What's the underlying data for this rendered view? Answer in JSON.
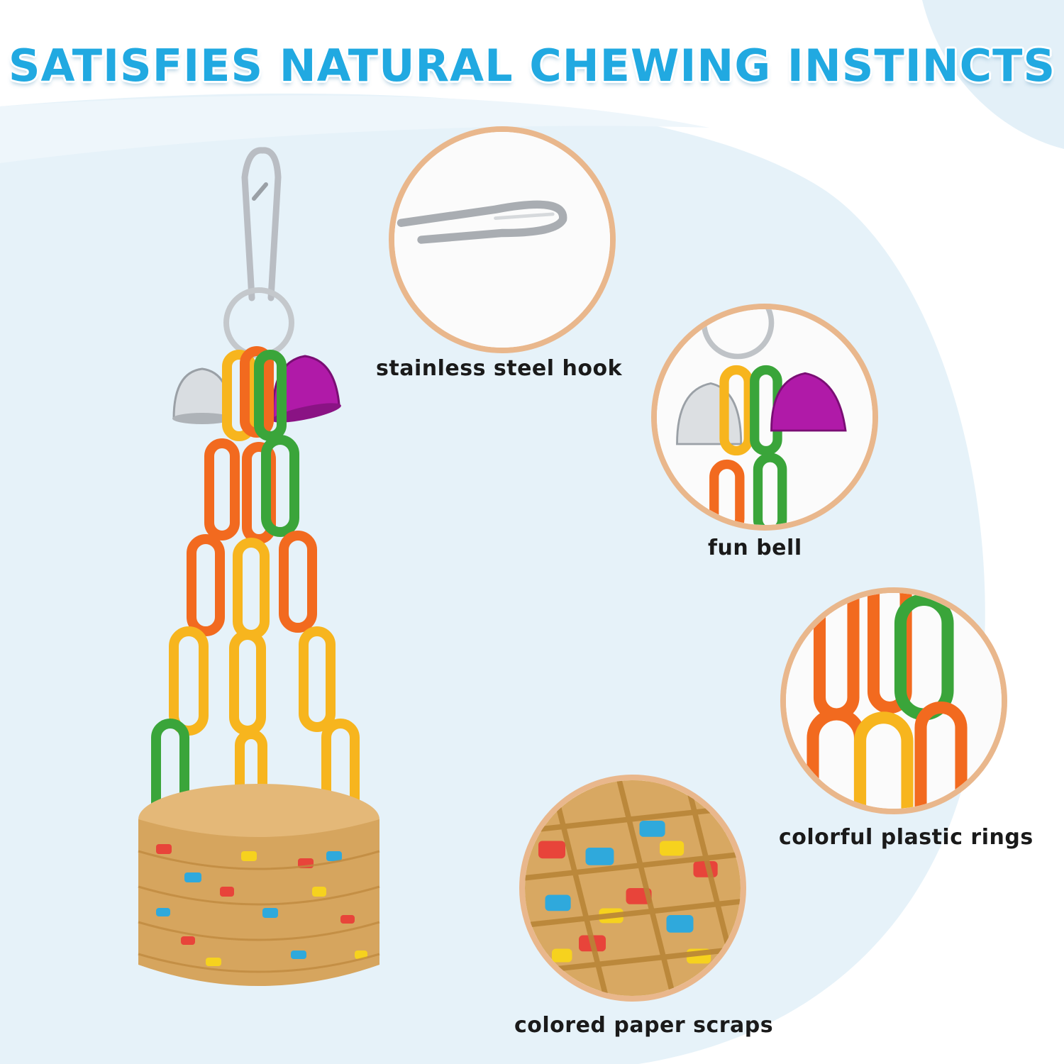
{
  "headline": "SATISFIES NATURAL CHEWING INSTINCTS",
  "colors": {
    "headline": "#21a9e1",
    "background_shape": "#e6f2f9",
    "circle_border": "#e9b78c",
    "ring_orange": "#f26a1f",
    "ring_yellow": "#f7b51e",
    "ring_green": "#3aa53a",
    "bell_purple": "#b01aa8",
    "basket": "#d6a55e"
  },
  "product": {
    "label": "hanging bird toy with plastic chain rings, bells and woven basket"
  },
  "callouts": [
    {
      "caption": "stainless steel hook",
      "icon": "steel-hook-icon"
    },
    {
      "caption": "fun bell",
      "icon": "bell-icon"
    },
    {
      "caption": "colorful plastic rings",
      "icon": "plastic-ring-icon"
    },
    {
      "caption": "colored paper scraps",
      "icon": "paper-scraps-icon"
    }
  ]
}
